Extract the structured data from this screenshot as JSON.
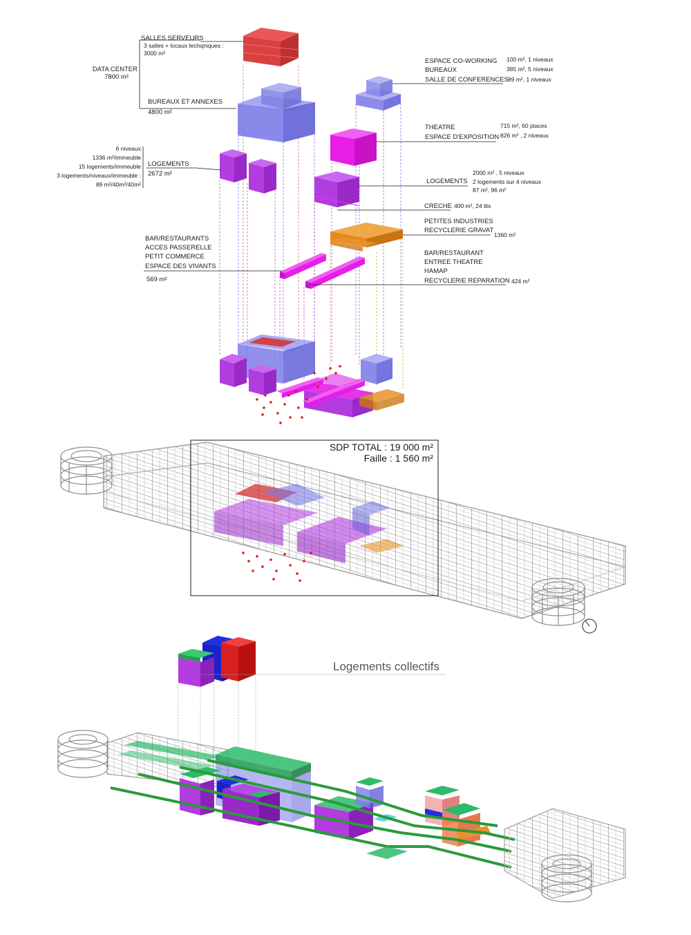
{
  "colors": {
    "data_center_servers": "#e03a3a",
    "offices": "#7a7ae8",
    "housing": "#b23ce0",
    "culture": "#e61ee6",
    "industry": "#e8922a",
    "roof_green": "#2dbb6a",
    "rails": "#2a9a3a"
  },
  "labels": {
    "data_center": {
      "title": "DATA CENTER",
      "area": "7800 m²"
    },
    "salles_serveurs": {
      "title": "SALLES SERVEURS",
      "line1": "3 salles + locaux techqniques :",
      "line2": "3000 m²"
    },
    "bureaux_annexes": {
      "title": "BUREAUX  ET ANNEXES",
      "area": "4800 m²"
    },
    "coworking": {
      "lines": [
        "ESPACE CO-WORKING",
        "BUREAUX",
        "SALLE DE CONFERENCES"
      ],
      "values": [
        "100 m², 1 niveaux",
        "385 m², 5 niveaux",
        "89 m², 1 niveaux"
      ]
    },
    "theatre": {
      "lines": [
        "THEATRE",
        "ESPACE D'EXPOSITION"
      ],
      "values": [
        "715 m², 60 places",
        "826 m² , 2 niveaux"
      ]
    },
    "logements_left": {
      "title": "LOGEMENTS",
      "area": "2672 m²",
      "notes": [
        "6 niveaux",
        "1336 m²/immeuble",
        "15 logements/immeuble",
        "3 logements/niveaux/immeuble :",
        "89 m²/40m²/40m²"
      ]
    },
    "logements_right": {
      "title": "LOGEMENTS",
      "values": [
        "2000 m² , 5 niveaux",
        "2 logements sur 4 niveaux",
        "87 m², 96 m²"
      ]
    },
    "creche": {
      "title": "CRECHE",
      "value": "400 m², 24 lits"
    },
    "industries": {
      "lines": [
        "PETITES INDUSTRIES",
        "RECYCLERIE GRAVAT"
      ],
      "value": "1360 m²"
    },
    "bar_left": {
      "lines": [
        "BAR/RESTAURANTS",
        "ACCES PASSERELLE",
        "PETIT COMMERCE",
        "ESPACE DES VIVANTS"
      ],
      "value": "569 m²"
    },
    "bar_right": {
      "lines": [
        "BAR/RESTAURANT",
        "ENTREE THEATRE",
        "HAMAP",
        "RECYCLERIE REPARATION"
      ],
      "value": "424 m²"
    }
  },
  "totals": {
    "sdp": "SDP TOTAL : 19 000 m²",
    "faille": "Faille : 1 560 m²"
  },
  "bottom": {
    "title": "Logements collectifs"
  }
}
